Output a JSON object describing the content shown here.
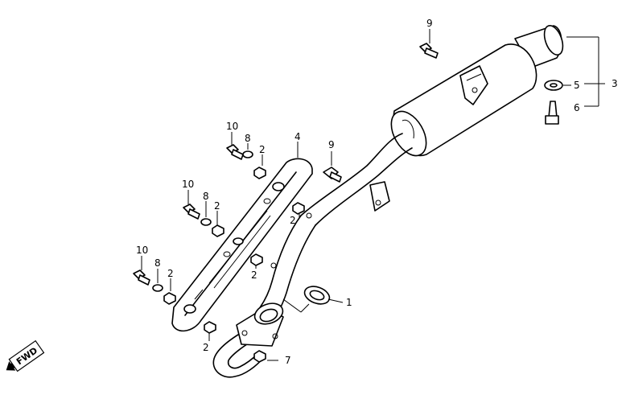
{
  "callouts": {
    "c1": "1",
    "c3": "3",
    "c4": "4",
    "c5": "5",
    "c6": "6",
    "c7": "7",
    "c9a": "9",
    "c9b": "9",
    "c10a": "10",
    "c10b": "10",
    "c10c": "10",
    "c8a": "8",
    "c8b": "8",
    "c8c": "8",
    "c2a": "2",
    "c2b": "2",
    "c2c": "2",
    "c2d": "2",
    "c2e": "2",
    "c2f": "2"
  },
  "direction": {
    "label": "FWD"
  }
}
